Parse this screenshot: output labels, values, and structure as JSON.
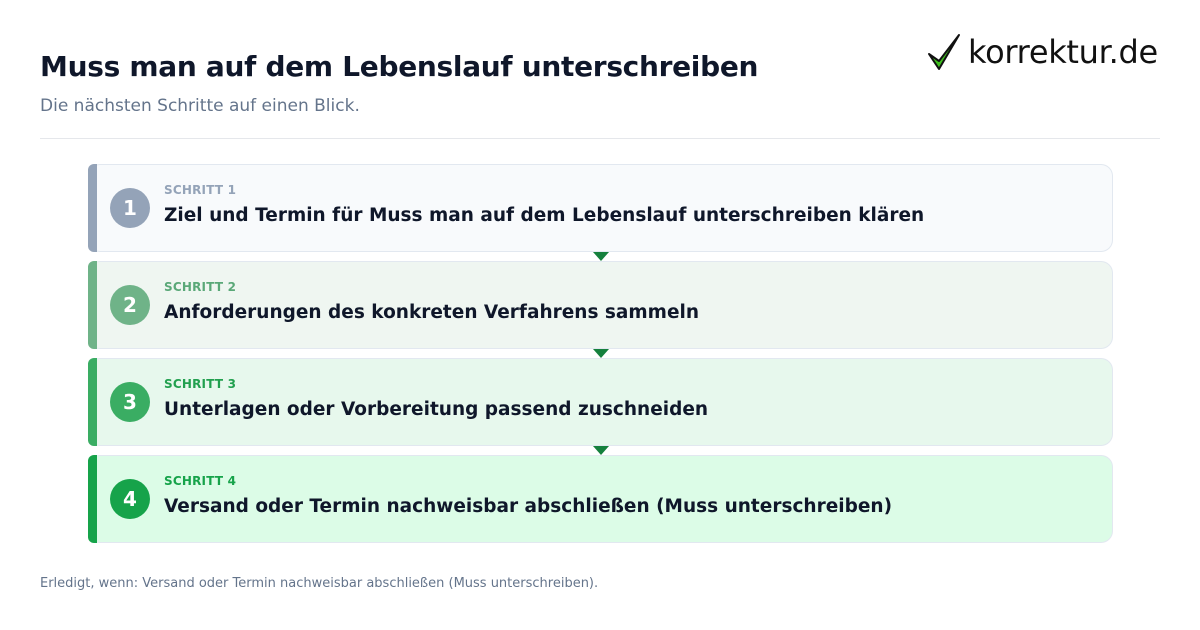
{
  "header": {
    "title": "Muss man auf dem Lebenslauf unterschreiben",
    "subtitle": "Die nächsten Schritte auf einen Blick."
  },
  "logo": {
    "text": "korrektur.de",
    "icon": "checkmark-icon",
    "check_color": "#3fbf1f"
  },
  "steps": [
    {
      "number": "1",
      "label": "SCHRITT 1",
      "text": "Ziel und Termin für Muss man auf dem Lebenslauf unterschreiben klären",
      "accent": "#94a3b8",
      "label_color": "#94a3b8",
      "background": "#f8fafc"
    },
    {
      "number": "2",
      "label": "SCHRITT 2",
      "text": "Anforderungen des konkreten Verfahrens sammeln",
      "accent": "#6fb388",
      "label_color": "#5aa878",
      "background": "#eff6f1"
    },
    {
      "number": "3",
      "label": "SCHRITT 3",
      "text": "Unterlagen oder Vorbereitung passend zuschneiden",
      "accent": "#3aad63",
      "label_color": "#22a04f",
      "background": "#e7f8ed"
    },
    {
      "number": "4",
      "label": "SCHRITT 4",
      "text": "Versand oder Termin nachweisbar abschließen (Muss unterschreiben)",
      "accent": "#16a34a",
      "label_color": "#16a34a",
      "background": "#dcfce7"
    }
  ],
  "connector_color": "#15803d",
  "footer": "Erledigt, wenn: Versand oder Termin nachweisbar abschließen (Muss unterschreiben)."
}
